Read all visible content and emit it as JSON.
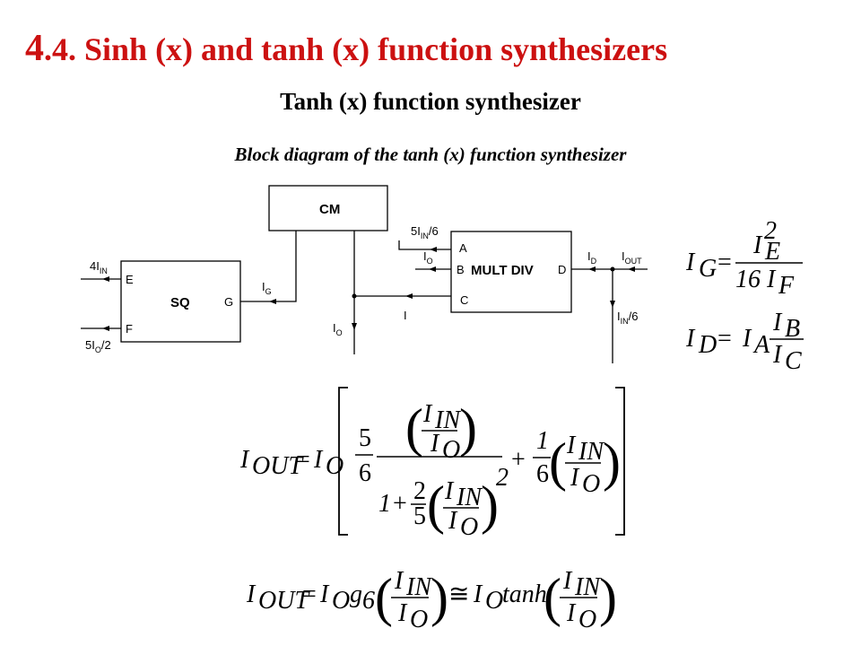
{
  "title": {
    "number": "4",
    "rest": ".4. Sinh (x) and tanh (x) function synthesizers"
  },
  "subtitle": "Tanh (x) function synthesizer",
  "caption": "Block diagram of the tanh (x) function synthesizer",
  "blocks": {
    "cm": "CM",
    "sq": "SQ",
    "mult_div": "MULT DIV"
  },
  "ports": {
    "sq_e": "E",
    "sq_f": "F",
    "sq_g": "G",
    "md_a": "A",
    "md_b": "B",
    "md_c": "C",
    "md_d": "D"
  },
  "signals": {
    "four_iin": {
      "coef": "4I",
      "sub": "IN",
      "tail": ""
    },
    "five_io_half": {
      "coef": "5I",
      "sub": "O",
      "tail": "/2"
    },
    "ig": {
      "coef": "I",
      "sub": "G",
      "tail": ""
    },
    "io": {
      "coef": "I",
      "sub": "O",
      "tail": ""
    },
    "io_b": {
      "coef": "I",
      "sub": "O",
      "tail": ""
    },
    "i": "I",
    "five_iin_sixth": {
      "coef": "5I",
      "sub": "IN",
      "tail": "/6"
    },
    "id": {
      "coef": "I",
      "sub": "D",
      "tail": ""
    },
    "iout": {
      "coef": "I",
      "sub": "OUT",
      "tail": ""
    },
    "iin_sixth": {
      "coef": "I",
      "sub": "IN",
      "tail": "/6"
    }
  },
  "equations": {
    "ig_def": "I_G = I_E^2 / 16 I_F",
    "id_def": "I_D = I_A I_B / I_C",
    "iout_def": "I_OUT = I_O [ (5/6)(I_IN/I_O) / (1 + (2/5)(I_IN/I_O)^2) + (1/6)(I_IN/I_O) ]",
    "iout_approx": "I_OUT = I_O g_6 (I_IN/I_O) ≅ I_O tanh (I_IN/I_O)",
    "sym_i": "I",
    "sym_eq": "=",
    "sym_plus": "+",
    "sym_approx": "≅",
    "sub_g": "G",
    "sub_e": "E",
    "sub_f": "F",
    "sub_d": "D",
    "sub_a": "A",
    "sub_b": "B",
    "sub_c": "C",
    "sub_out": "OUT",
    "sub_o": "O",
    "sub_in": "IN",
    "sixteen": "16",
    "two": "2",
    "one": "1",
    "five": "5",
    "six": "6",
    "g": "g",
    "tanh": "tanh"
  }
}
